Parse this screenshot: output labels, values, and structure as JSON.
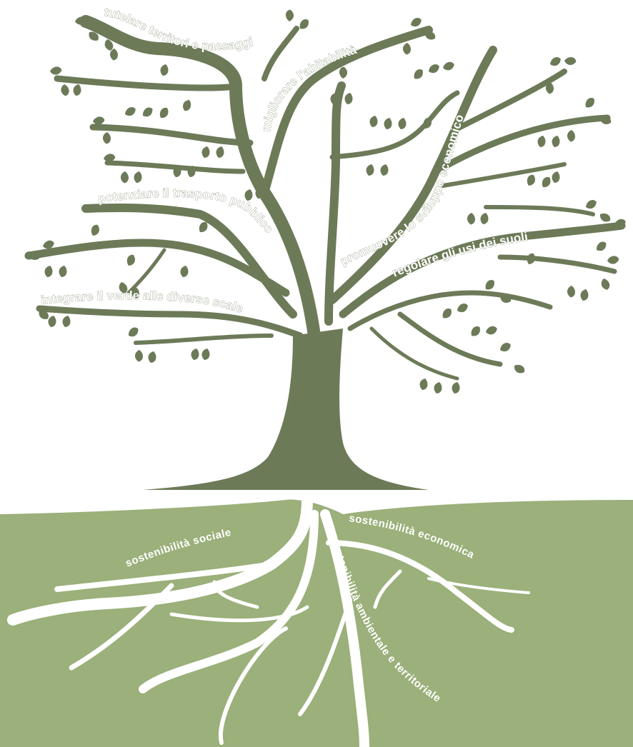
{
  "colors": {
    "tree": "#6c7a58",
    "ground": "#9bb07a",
    "roots": "#ffffff",
    "background": "#ffffff"
  },
  "branches": {
    "tutelare": "tutelare territori e paesaggi",
    "abitabilita": "migliorare l'abitabilità",
    "sviluppo": "promuovere lo sviluppo economico",
    "trasporto": "potenziare il trasporto pubblico",
    "suoli": "regolare gli usi dei suoli",
    "verde": "integrare il verde alle diverse scale"
  },
  "roots": {
    "sociale": "sostenibilità sociale",
    "economica": "sostenibilità economica",
    "ambientale": "sostenibilità ambientale e territoriale"
  }
}
